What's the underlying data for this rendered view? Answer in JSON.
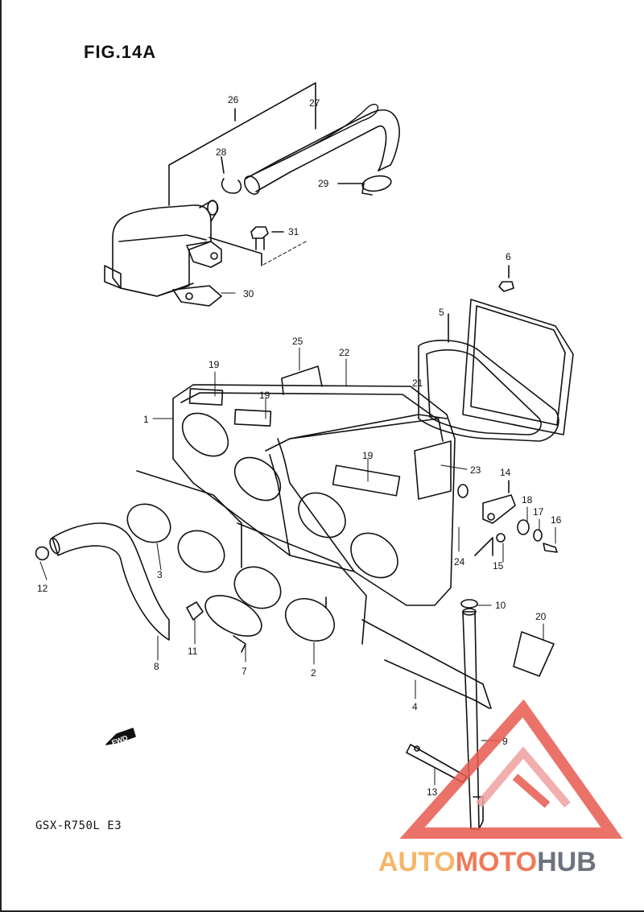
{
  "figure_title": "FIG.14A",
  "model_code": "GSX-R750L  E3",
  "fwd_label": "FWD",
  "watermark": {
    "part1": "AUTO",
    "part2": "MOTO",
    "part3": "HUB"
  },
  "callouts": {
    "c1": "1",
    "c2": "2",
    "c3": "3",
    "c4": "4",
    "c5": "5",
    "c6": "6",
    "c7": "7",
    "c8": "8",
    "c9": "9",
    "c10": "10",
    "c11": "11",
    "c12": "12",
    "c13": "13",
    "c14": "14",
    "c15": "15",
    "c16": "16",
    "c17": "17",
    "c18": "18",
    "c19a": "19",
    "c19b": "19",
    "c19c": "19",
    "c20": "20",
    "c21": "21",
    "c22": "22",
    "c23": "23",
    "c24": "24",
    "c25": "25",
    "c26": "26",
    "c27": "27",
    "c28": "28",
    "c29": "29",
    "c30": "30",
    "c31": "31"
  },
  "colors": {
    "line": "#111111",
    "watermark_red": "#e85a4f",
    "watermark_orange": "#f5b66a",
    "watermark_gray": "#6e7280"
  }
}
